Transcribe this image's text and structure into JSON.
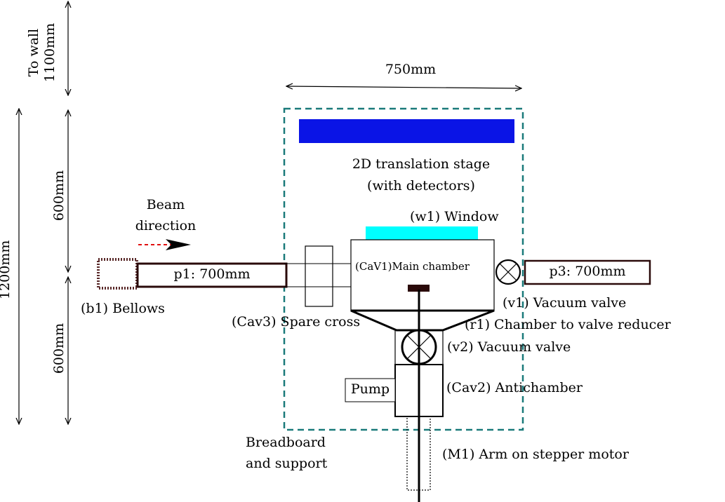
{
  "dimensions": {
    "to_wall_line1": "To wall",
    "to_wall_line2": "1100mm",
    "total_height": "1200mm",
    "upper_height": "600mm",
    "lower_height": "600mm",
    "width": "750mm"
  },
  "beam": {
    "line1": "Beam",
    "line2": "direction"
  },
  "labels": {
    "stage_line1": "2D translation stage",
    "stage_line2": "(with detectors)",
    "window": "(w1) Window",
    "main_chamber": "(CaV1)Main chamber",
    "p1": "p1: 700mm",
    "p3": "p3: 700mm",
    "bellows": "(b1) Bellows",
    "spare_cross": "(Cav3) Spare cross",
    "valve1": "(v1) Vacuum valve",
    "reducer": "(r1) Chamber to valve reducer",
    "valve2": "(v2) Vacuum valve",
    "pump": "Pump",
    "antichamber": "(Cav2) Antichamber",
    "breadboard_line1": "Breadboard",
    "breadboard_line2": "and support",
    "arm": "(M1) Arm on stepper motor"
  },
  "colors": {
    "stage": "#0a14e6",
    "window": "#00ffff",
    "breadboard_outline": "#1a7a7a",
    "beam_arrow": "#e01010",
    "pipe": "#2a0a0a"
  }
}
